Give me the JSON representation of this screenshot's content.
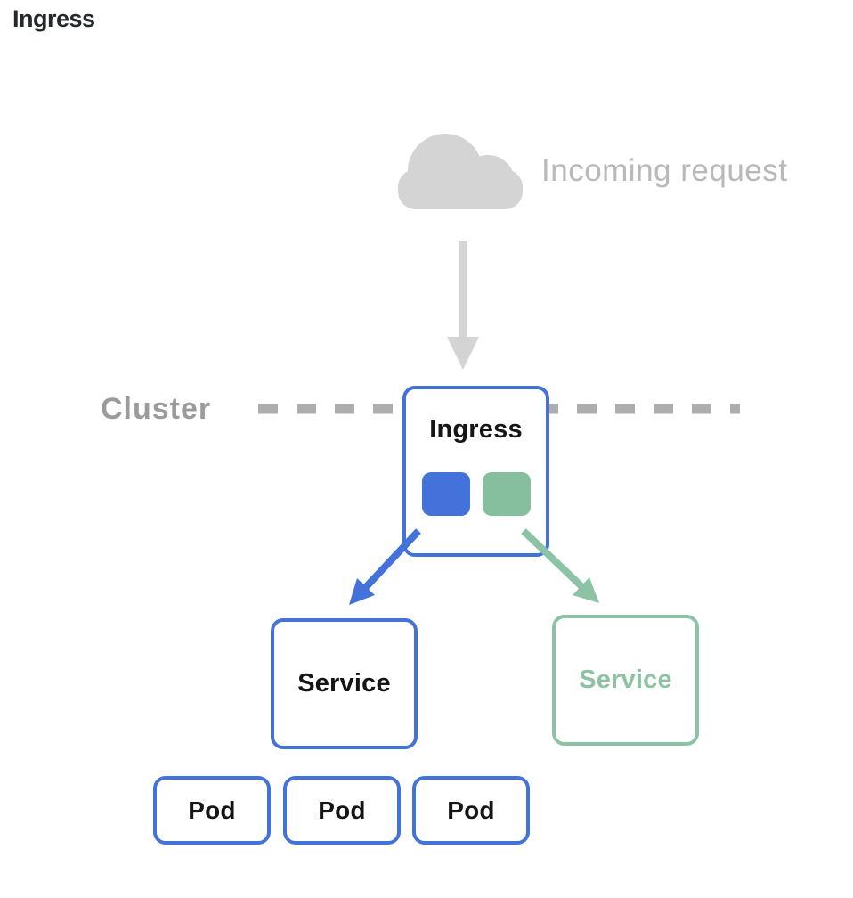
{
  "page": {
    "title": "Ingress"
  },
  "diagram": {
    "incoming_request": {
      "label": "Incoming request",
      "icon": "cloud-icon"
    },
    "cluster": {
      "label": "Cluster",
      "boundary_style": "dashed"
    },
    "ingress": {
      "label": "Ingress",
      "backends": [
        {
          "id": "blue-backend",
          "color": "#4472DB"
        },
        {
          "id": "green-backend",
          "color": "#86BF9E"
        }
      ]
    },
    "services": [
      {
        "label": "Service",
        "variant": "blue"
      },
      {
        "label": "Service",
        "variant": "green"
      }
    ],
    "pods": [
      {
        "label": "Pod"
      },
      {
        "label": "Pod"
      },
      {
        "label": "Pod"
      }
    ],
    "colors": {
      "blue": "#4472DB",
      "green": "#8CC3A4",
      "green_fill": "#86BF9E",
      "gray_icon": "#D4D4D4",
      "gray_text": "#B9B9B9",
      "cluster_text": "#9B9B9B",
      "dash": "#ADADAD",
      "title_text": "#24292D",
      "box_text": "#131517"
    }
  }
}
